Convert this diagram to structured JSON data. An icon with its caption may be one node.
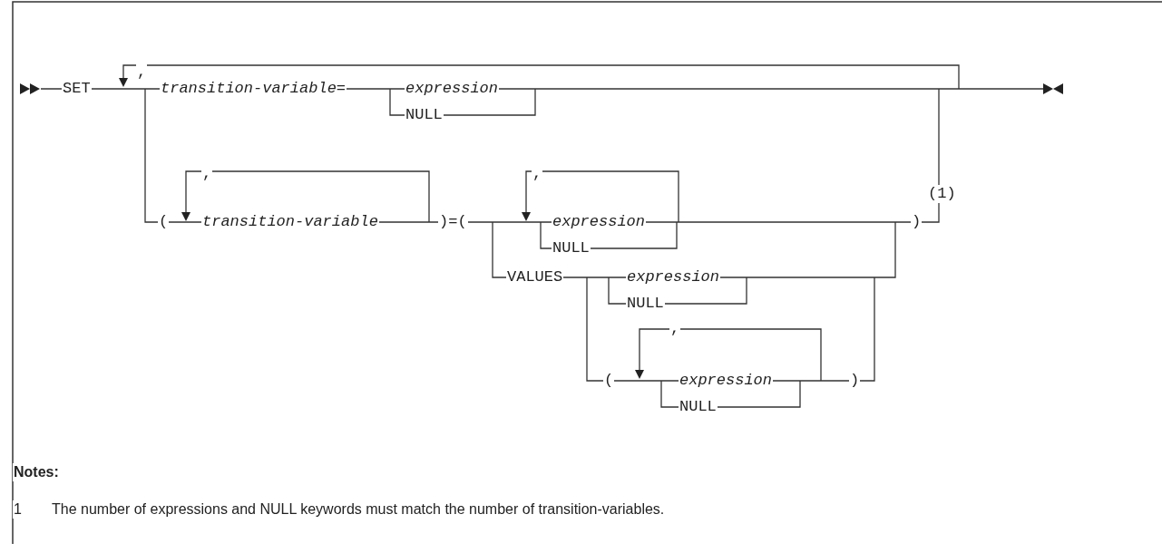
{
  "diagram": {
    "labels": [
      ",",
      "SET",
      "transition-variable=",
      "expression",
      "NULL",
      ",",
      "(",
      "transition-variable",
      ")=(",
      ",",
      "expression",
      "NULL",
      ")",
      "(1)",
      "VALUES",
      "expression",
      "NULL",
      ",",
      "(",
      "expression",
      "NULL",
      ")",
      "Notes:",
      "1",
      "The number of expressions and NULL keywords must match the number of transition-variables."
    ]
  }
}
